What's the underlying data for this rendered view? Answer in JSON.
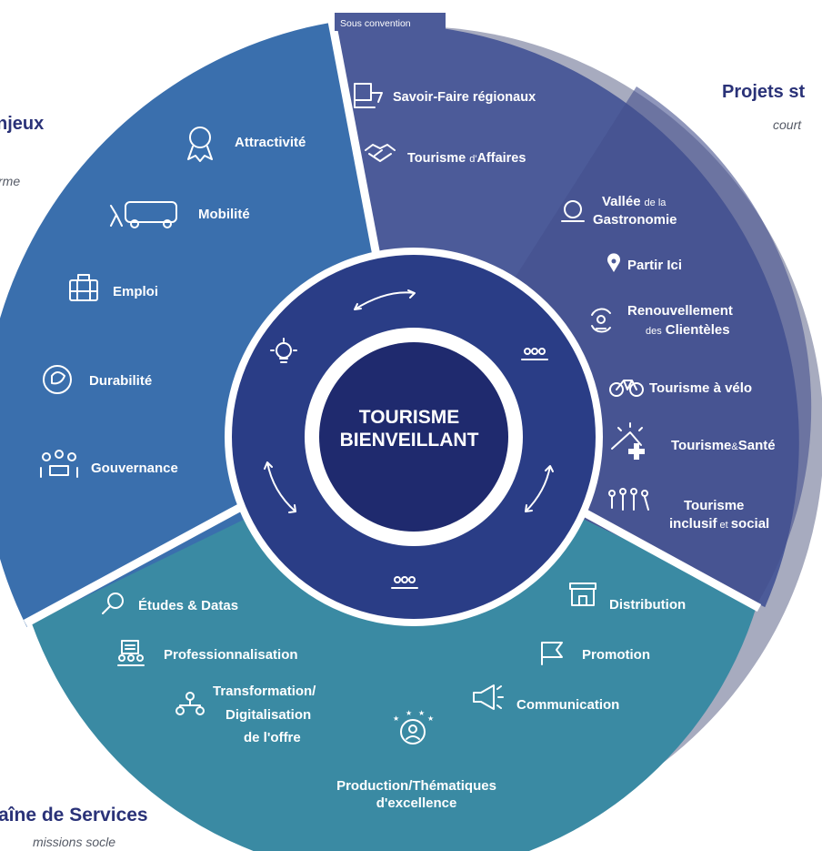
{
  "center": {
    "line1": "TOURISME",
    "line2": "BIENVEILLANT"
  },
  "top_tab": "Sous convention",
  "enjeux": {
    "title": "njeux",
    "sub": "rme",
    "items": [
      "Attractivité",
      "Mobilité",
      "Emploi",
      "Durabilité",
      "Gouvernance"
    ]
  },
  "projets": {
    "title": "Projets st",
    "sub": "court",
    "items": [
      {
        "label": "Savoir-Faire régionaux",
        "icon": "craft-icon"
      },
      {
        "label": "Tourisme d'Affaires",
        "label_small": "d'",
        "label_main": "Affaires",
        "label_pre": "Tourisme ",
        "icon": "handshake-icon"
      },
      {
        "label_big": "Vallée",
        "label_small": "de la",
        "label_line2": "Gastronomie",
        "icon": "plate-icon"
      },
      {
        "label": "Partir Ici",
        "icon": "location-pin-icon"
      },
      {
        "label_line1": "Renouvellement",
        "label_small": "des",
        "label_line2": "Clientèles",
        "icon": "customer-renewal-icon"
      },
      {
        "label": "Tourisme à vélo",
        "icon": "bicycle-icon"
      },
      {
        "label_pre": "Tourisme",
        "label_small": "&",
        "label_main": "Santé",
        "icon": "health-icon"
      },
      {
        "label_line1": "Tourisme",
        "label_pre": "inclusif",
        "label_small": "et",
        "label_main": "social",
        "icon": "inclusion-icon"
      }
    ]
  },
  "services": {
    "title": "aîne de Services",
    "sub": "missions socle",
    "items": {
      "etudes": "Études & Datas",
      "pro": "Professionnalisation",
      "transfo1": "Transformation/",
      "transfo2": "Digitalisation",
      "transfo3": "de l'offre",
      "distribution": "Distribution",
      "promotion": "Promotion",
      "communication": "Communication",
      "production1": "Production/Thématiques",
      "production2": "d'excellence"
    }
  },
  "colors": {
    "enjeux": "#3a6fad",
    "projets": "#4c5b99",
    "services": "#3a8aa3",
    "ring": "#2a3d86",
    "center": "#1f2a6e",
    "outer": "#a7abbf",
    "title": "#2a3278"
  }
}
